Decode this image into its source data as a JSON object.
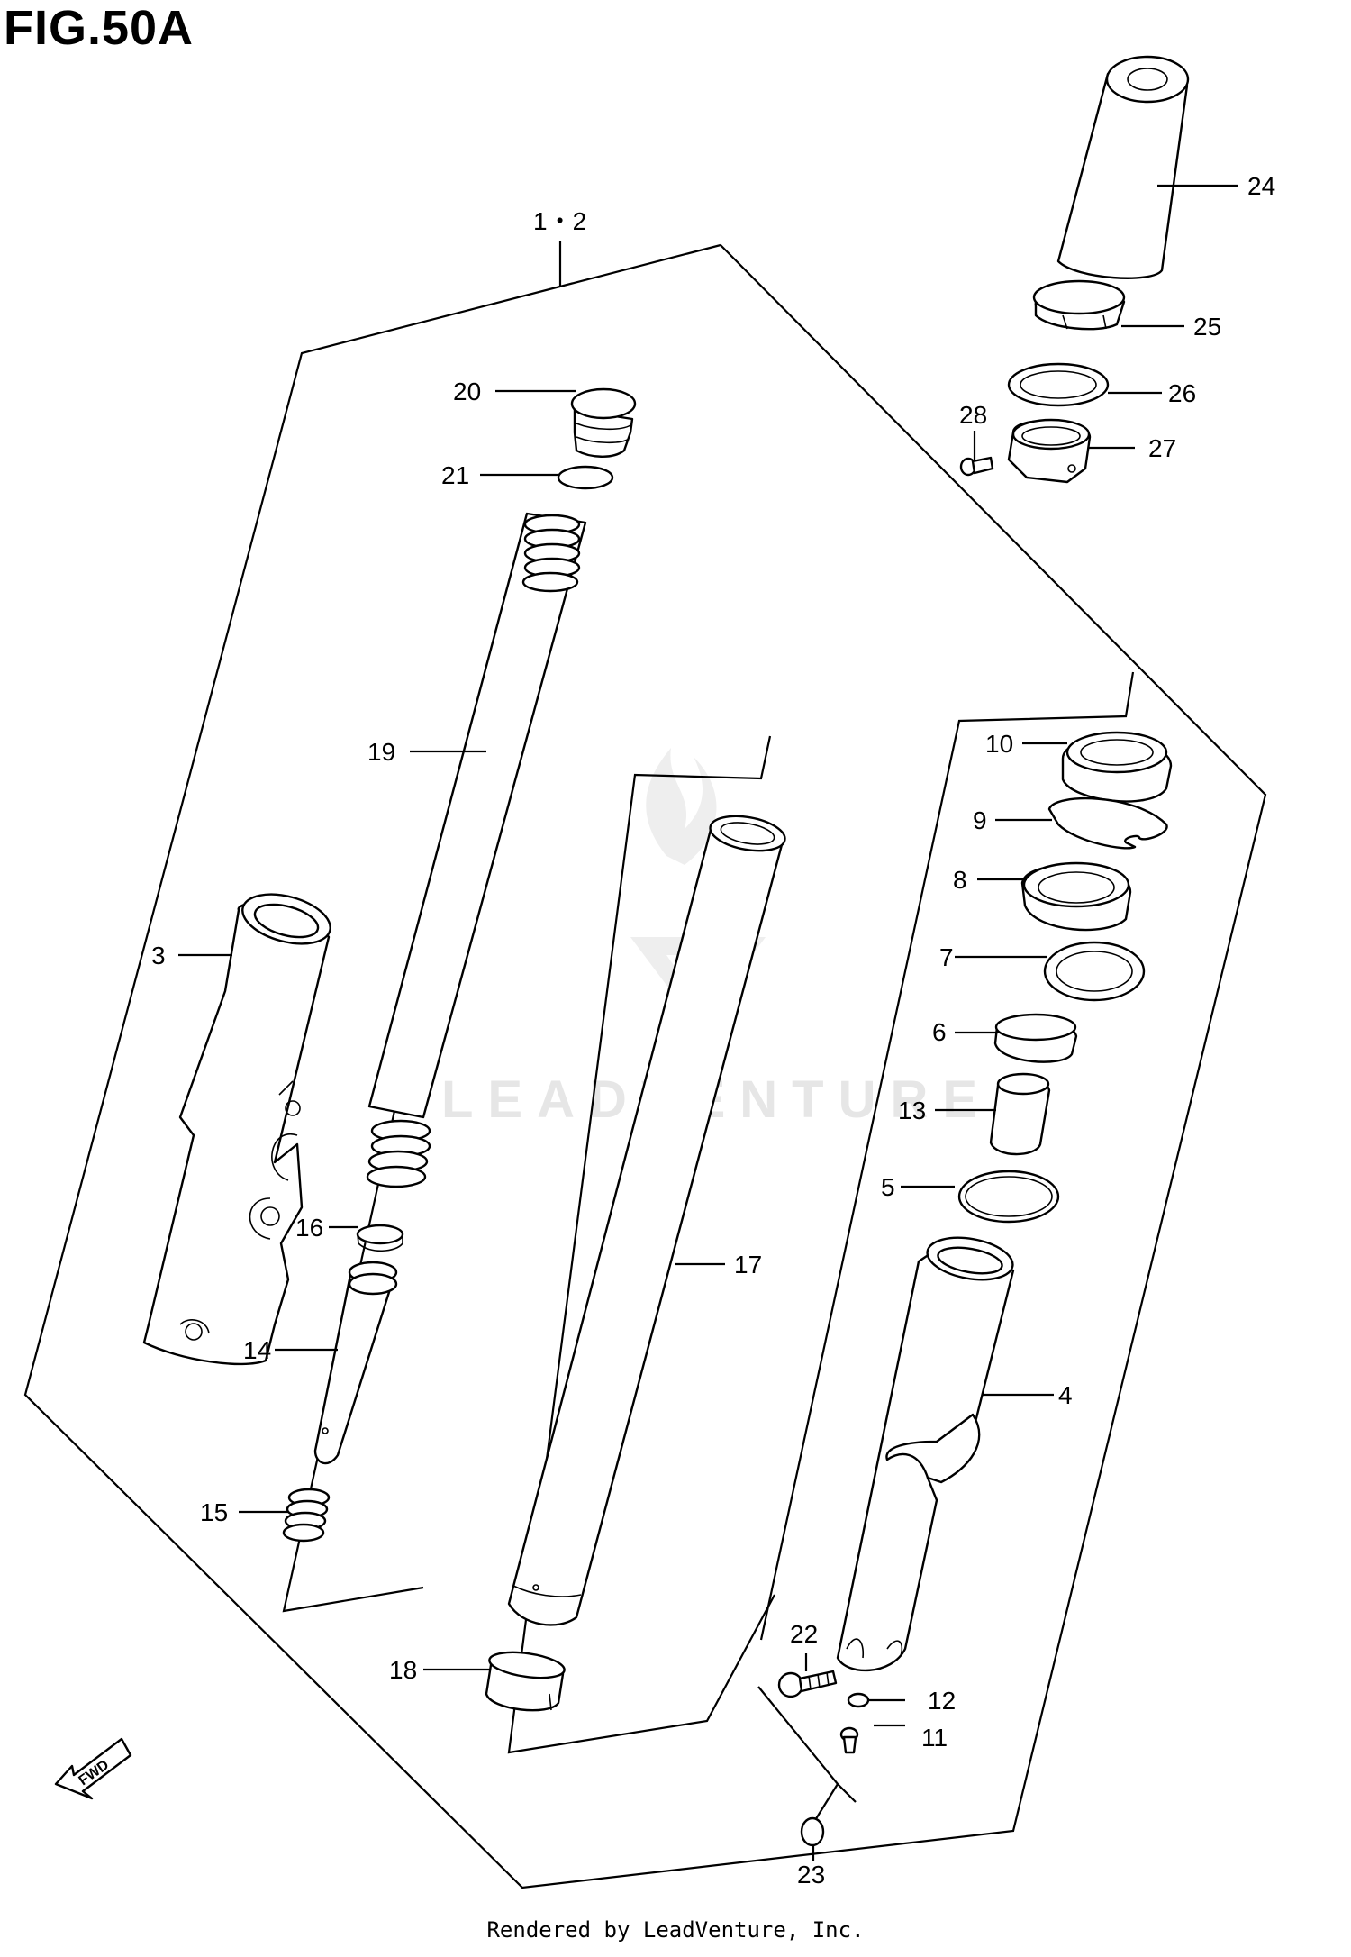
{
  "figure": {
    "title": "FIG.50A",
    "credit": "Rendered by LeadVenture, Inc.",
    "watermark": "LEADVENTURE",
    "direction_badge": "FWD"
  },
  "callouts": {
    "c1_2": "1・2",
    "c3": "3",
    "c4": "4",
    "c5": "5",
    "c6": "6",
    "c7": "7",
    "c8": "8",
    "c9": "9",
    "c10": "10",
    "c11": "11",
    "c12": "12",
    "c13": "13",
    "c14": "14",
    "c15": "15",
    "c16": "16",
    "c17": "17",
    "c18": "18",
    "c19": "19",
    "c20": "20",
    "c21": "21",
    "c22": "22",
    "c23": "23",
    "c24": "24",
    "c25": "25",
    "c26": "26",
    "c27": "27",
    "c28": "28"
  }
}
